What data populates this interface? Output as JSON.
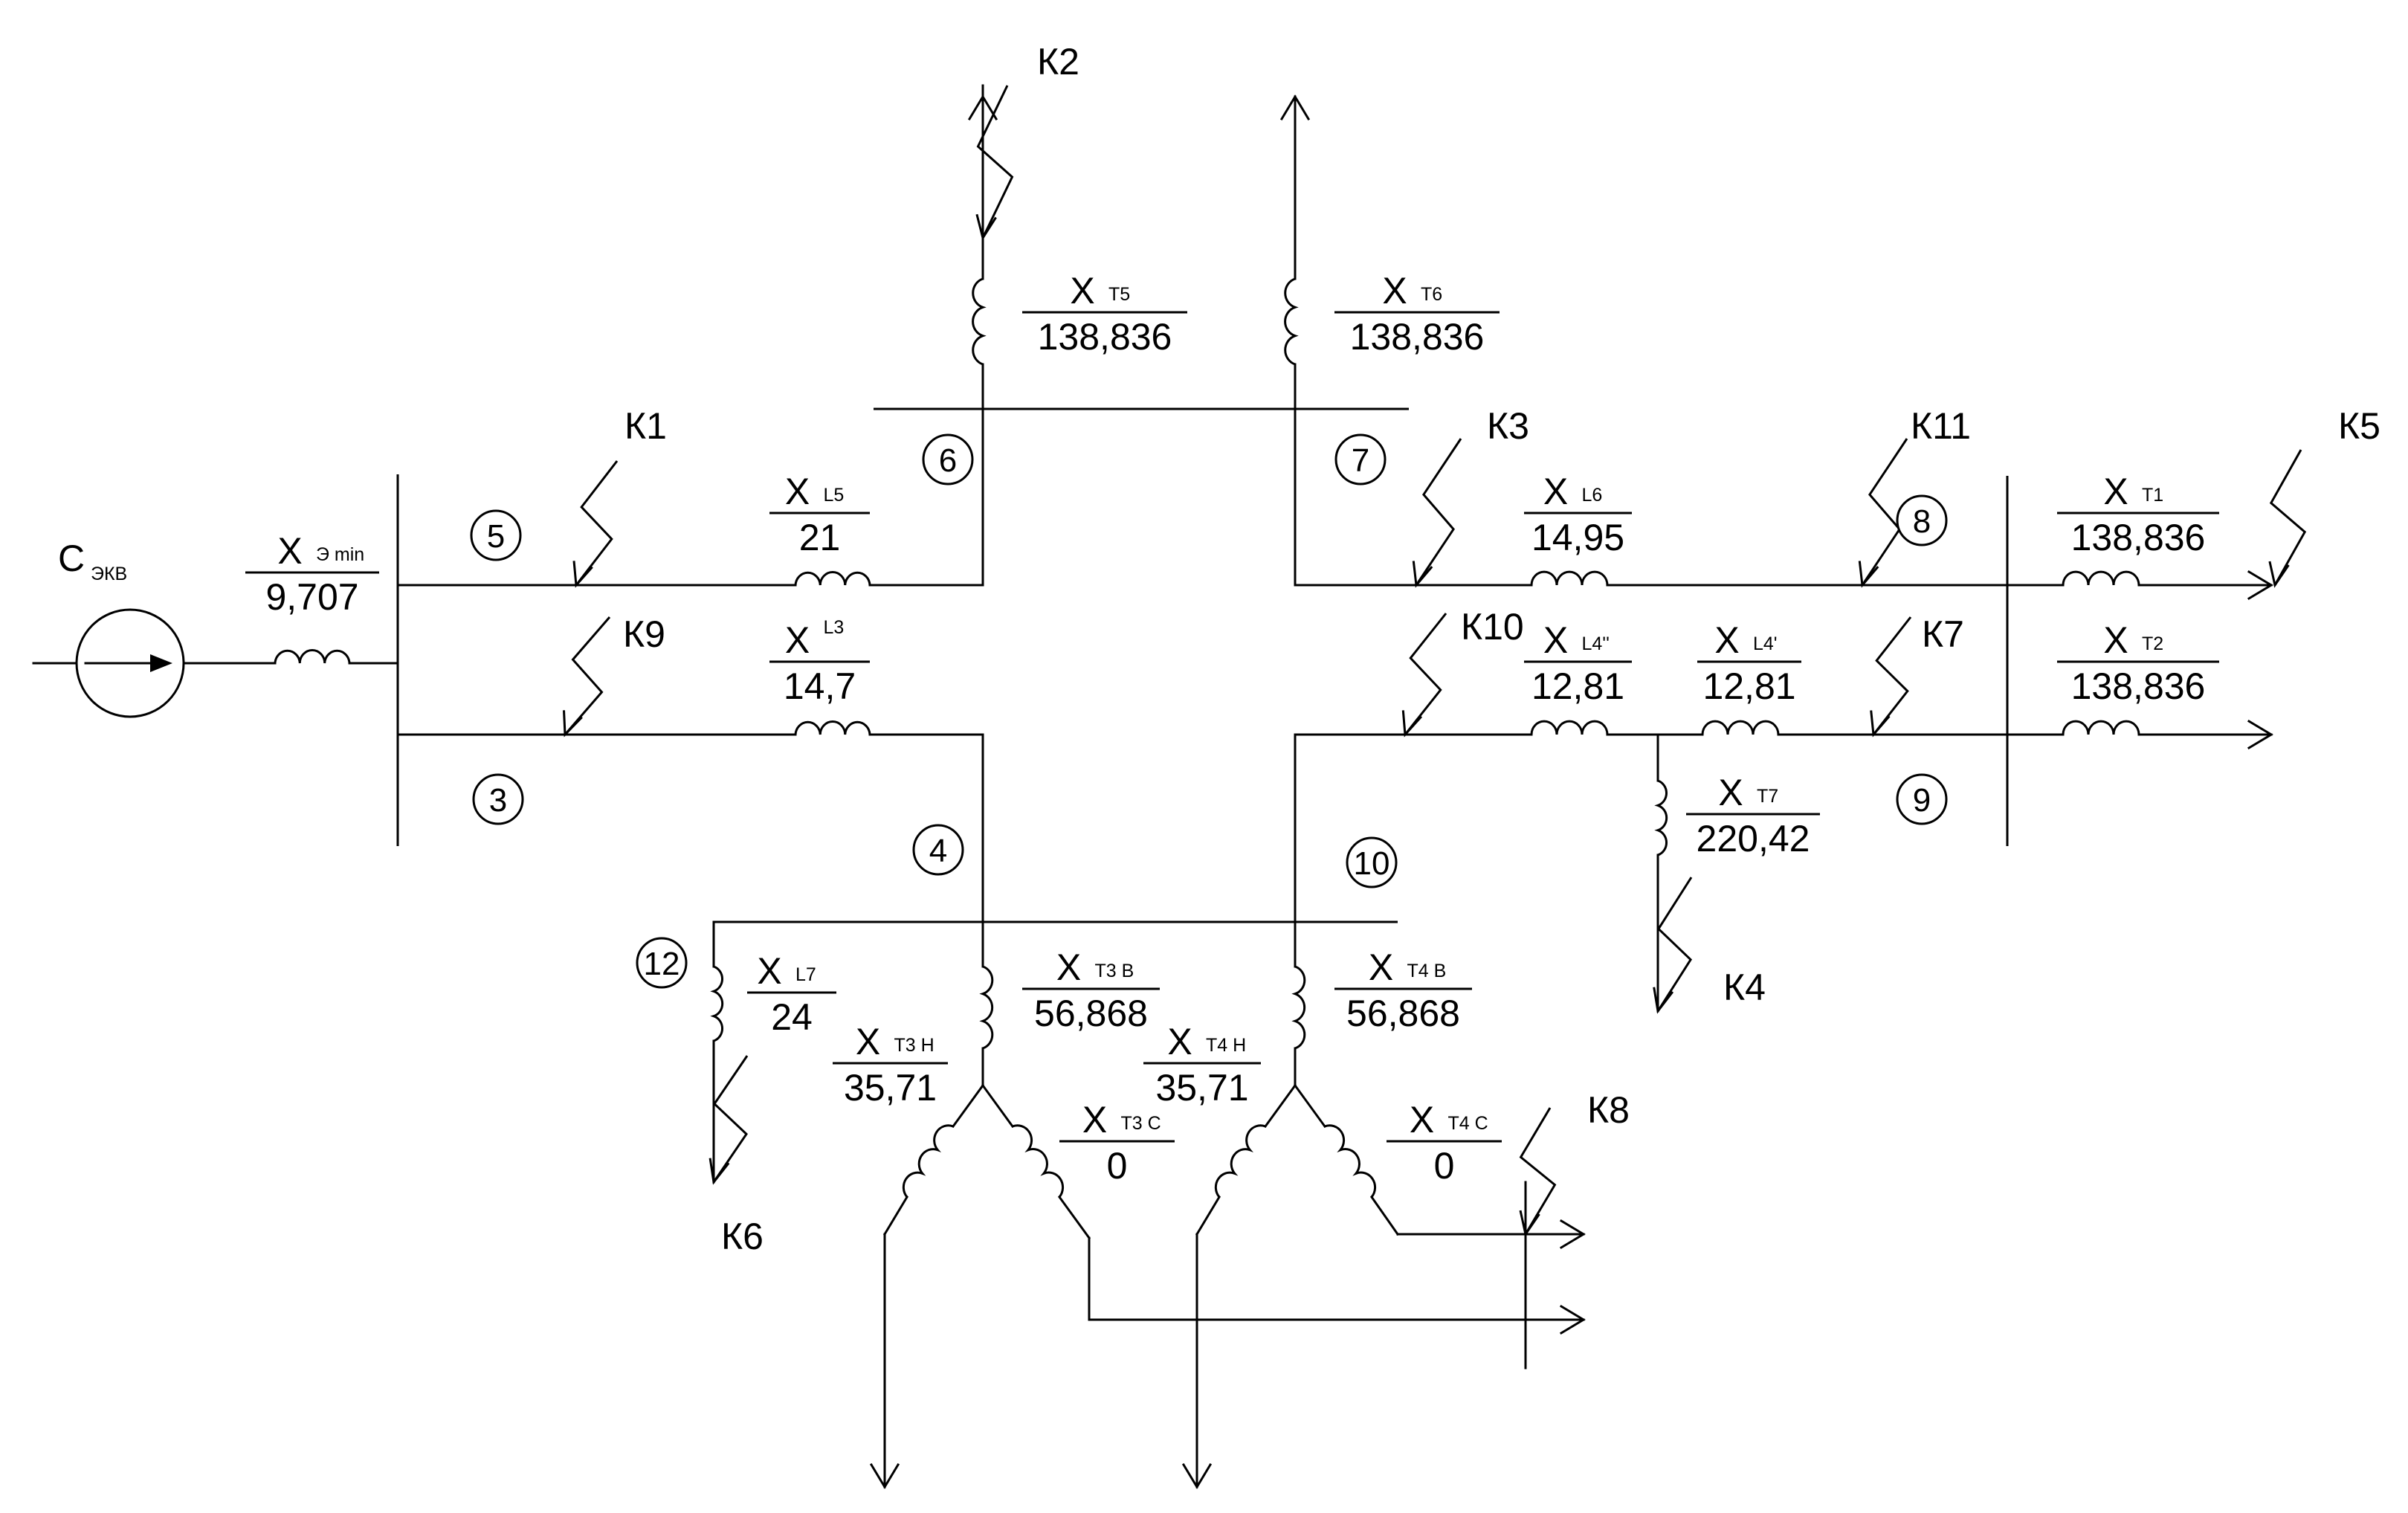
{
  "source": {
    "symbol": "C",
    "subscript": "ЭКВ"
  },
  "nodes": [
    "3",
    "4",
    "5",
    "6",
    "7",
    "8",
    "9",
    "10",
    "12"
  ],
  "faults": [
    "К1",
    "К2",
    "К3",
    "К4",
    "К5",
    "К6",
    "К7",
    "К8",
    "К9",
    "К10",
    "К11"
  ],
  "elements": [
    {
      "id": "xe",
      "sym": "X",
      "sub": "Э min",
      "value": "9,707"
    },
    {
      "id": "xl5",
      "sym": "X",
      "sub": "L5",
      "value": "21"
    },
    {
      "id": "xl3",
      "sym": "X",
      "sub": "L3",
      "value": "14,7"
    },
    {
      "id": "xt5",
      "sym": "X",
      "sub": "T5",
      "value": "138,836"
    },
    {
      "id": "xt6",
      "sym": "X",
      "sub": "T6",
      "value": "138,836"
    },
    {
      "id": "xl6",
      "sym": "X",
      "sub": "L6",
      "value": "14,95"
    },
    {
      "id": "xl4b",
      "sym": "X",
      "sub": "L4''",
      "value": "12,81"
    },
    {
      "id": "xl4a",
      "sym": "X",
      "sub": "L4'",
      "value": "12,81"
    },
    {
      "id": "xt1",
      "sym": "X",
      "sub": "T1",
      "value": "138,836"
    },
    {
      "id": "xt2",
      "sym": "X",
      "sub": "T2",
      "value": "138,836"
    },
    {
      "id": "xt7",
      "sym": "X",
      "sub": "T7",
      "value": "220,42"
    },
    {
      "id": "xl7",
      "sym": "X",
      "sub": "L7",
      "value": "24"
    },
    {
      "id": "xt3b",
      "sym": "X",
      "sub": "T3 B",
      "value": "56,868"
    },
    {
      "id": "xt3h",
      "sym": "X",
      "sub": "T3 H",
      "value": "35,71"
    },
    {
      "id": "xt3c",
      "sym": "X",
      "sub": "T3 C",
      "value": "0"
    },
    {
      "id": "xt4b",
      "sym": "X",
      "sub": "T4 B",
      "value": "56,868"
    },
    {
      "id": "xt4h",
      "sym": "X",
      "sub": "T4 H",
      "value": "35,71"
    },
    {
      "id": "xt4c",
      "sym": "X",
      "sub": "T4 C",
      "value": "0"
    }
  ]
}
